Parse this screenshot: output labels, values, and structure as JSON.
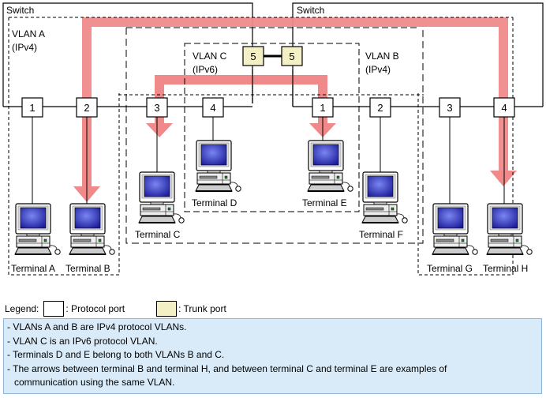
{
  "switches": [
    {
      "label": "Switch"
    },
    {
      "label": "Switch"
    }
  ],
  "vlans": [
    {
      "name": "VLAN A",
      "protocol": "(IPv4)"
    },
    {
      "name": "VLAN B",
      "protocol": "(IPv4)"
    },
    {
      "name": "VLAN C",
      "protocol": "(IPv6)"
    }
  ],
  "switch1_ports": [
    "1",
    "2",
    "3",
    "4",
    "5"
  ],
  "switch2_ports": [
    "5",
    "1",
    "2",
    "3",
    "4"
  ],
  "terminals": [
    {
      "label": "Terminal A"
    },
    {
      "label": "Terminal B"
    },
    {
      "label": "Terminal C"
    },
    {
      "label": "Terminal D"
    },
    {
      "label": "Terminal E"
    },
    {
      "label": "Terminal F"
    },
    {
      "label": "Terminal G"
    },
    {
      "label": "Terminal H"
    }
  ],
  "legend": {
    "title": "Legend:",
    "protocol_port": ": Protocol port",
    "trunk_port": ": Trunk port"
  },
  "notes": [
    "- VLANs A and B are IPv4 protocol VLANs.",
    "- VLAN C is an IPv6 protocol VLAN.",
    "- Terminals D and E belong to both VLANs B and C.",
    "- The arrows between terminal B and terminal H, and between terminal C and terminal E are examples of",
    "communication using the same VLAN."
  ],
  "colors": {
    "arrow": "#f08a8a",
    "trunk_port": "#f3f0c5",
    "note_bg": "#d9ebf8",
    "note_border": "#8fb6d6",
    "screen": "#3344bb"
  }
}
